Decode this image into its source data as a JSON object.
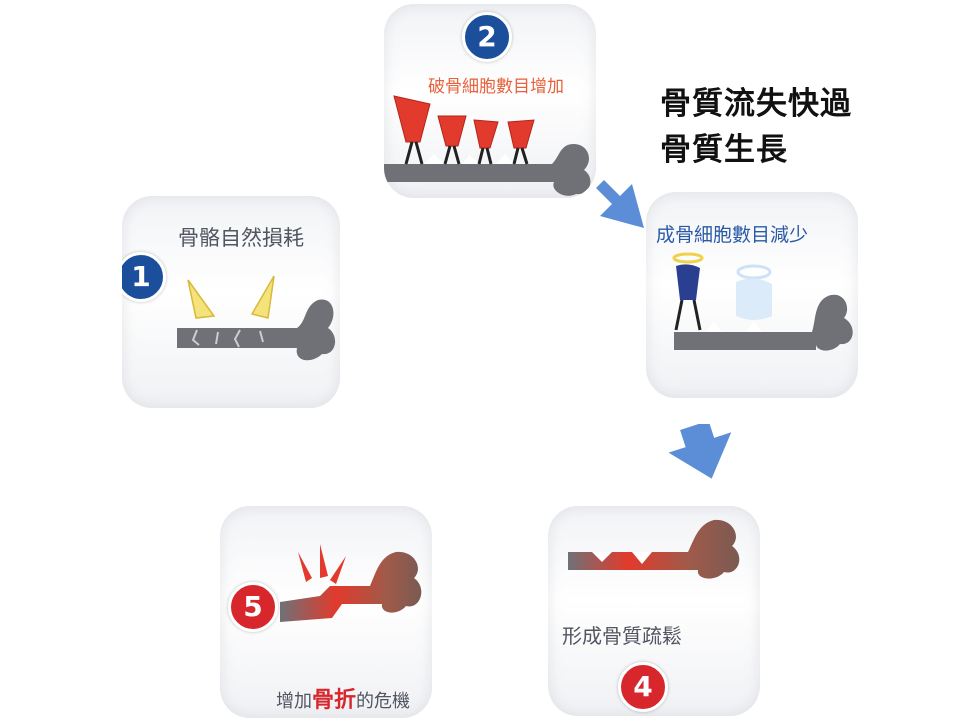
{
  "callout": {
    "line1": "骨質流失快過",
    "line2": "骨質生長"
  },
  "steps": [
    {
      "number": "1",
      "label": "骨骼自然損耗",
      "badge_color": "#1b4f9c"
    },
    {
      "number": "2",
      "label": "破骨細胞數目增加",
      "badge_color": "#1b4f9c"
    },
    {
      "number": "",
      "label": "成骨細胞數目減少",
      "badge_color": "#1b4f9c"
    },
    {
      "number": "4",
      "label": "形成骨質疏鬆",
      "badge_color": "#d7262c"
    },
    {
      "number": "5",
      "label_prefix": "增加",
      "label_emphasis": "骨折",
      "label_suffix": "的危機",
      "badge_color": "#d7262c"
    }
  ],
  "colors": {
    "bone_gray": "#6f7177",
    "bone_red": "#e23a2c",
    "arrow_blue": "#5b8ed6",
    "label_blue": "#2a5aa6",
    "label_red": "#d7262c",
    "label_orange": "#e8613a",
    "label_gray": "#505560"
  }
}
